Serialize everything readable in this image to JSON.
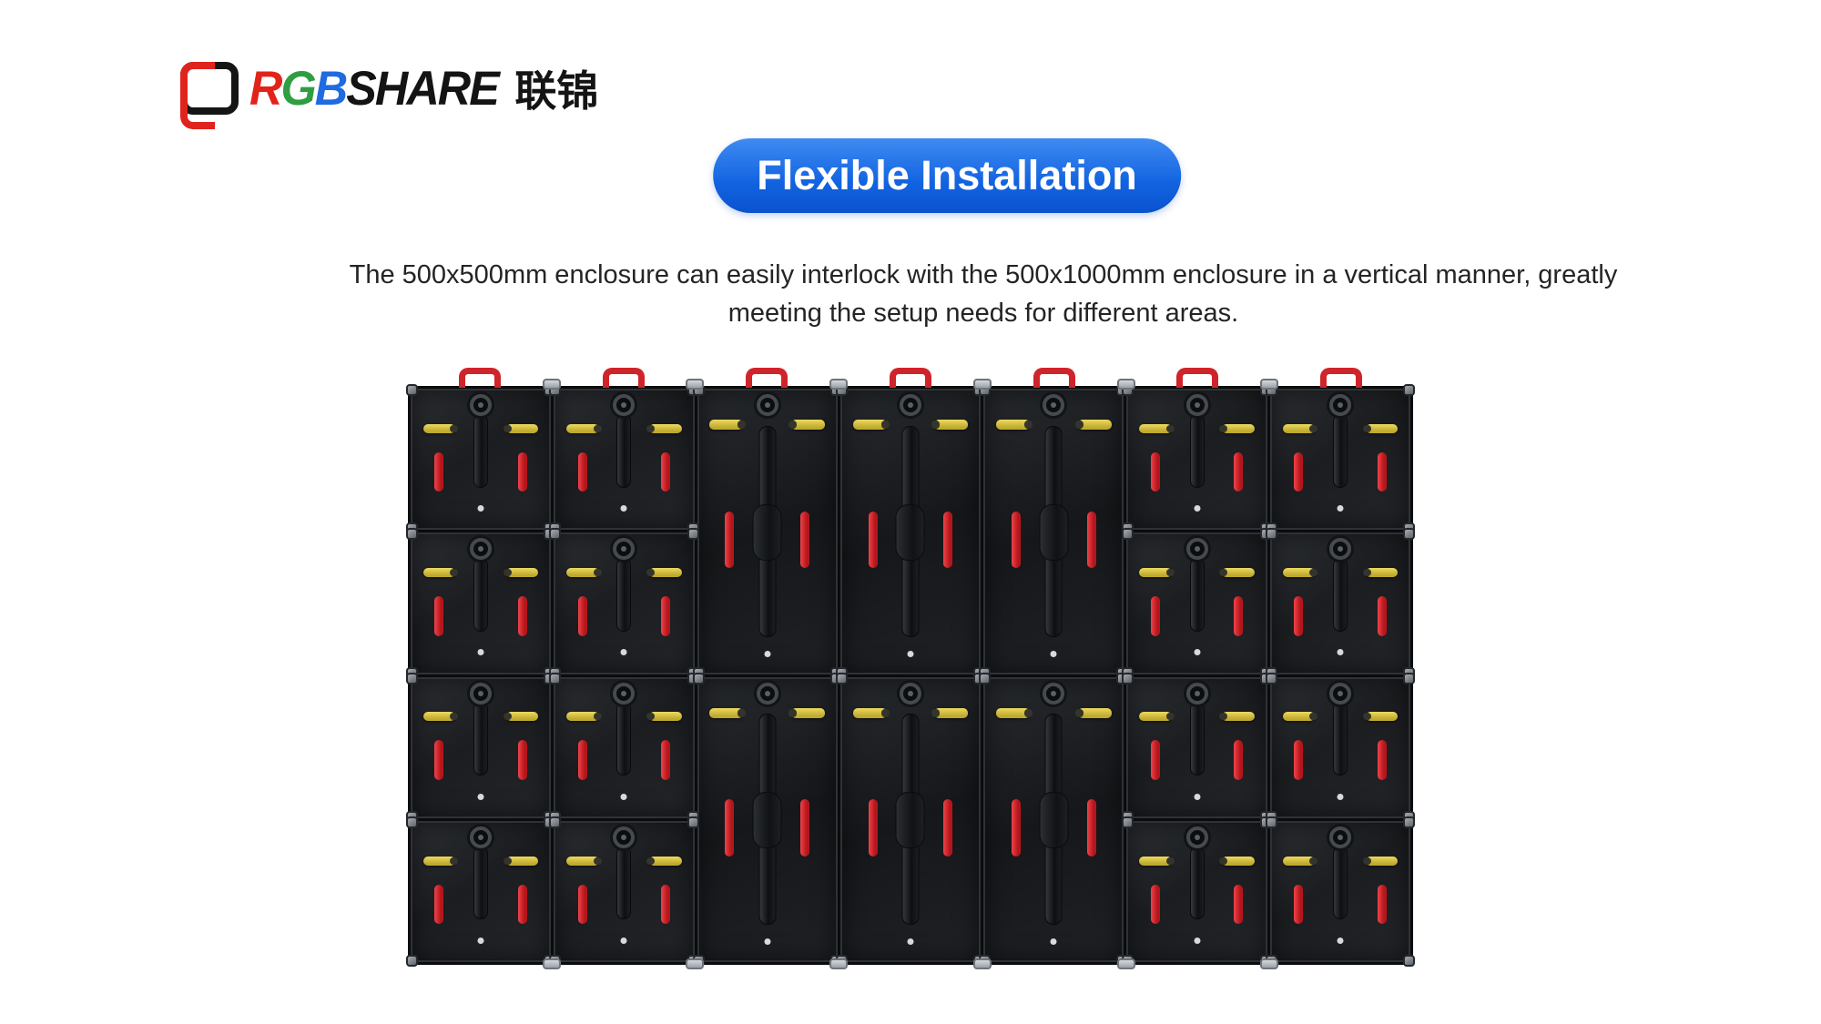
{
  "brand": {
    "letters": [
      {
        "ch": "R",
        "color": "#e2231a"
      },
      {
        "ch": "G",
        "color": "#2f9e41"
      },
      {
        "ch": "B",
        "color": "#1f6be0"
      }
    ],
    "share": "SHARE",
    "chinese": "联锦"
  },
  "heading": {
    "label": "Flexible Installation",
    "accent_blue": "#1263e0"
  },
  "description": {
    "line1": "The 500x500mm enclosure can easily interlock with the 500x1000mm enclosure in a vertical manner, greatly",
    "line2": "meeting the setup needs for different areas."
  },
  "cabinet_image": {
    "columns": [
      "small",
      "small",
      "tall",
      "tall",
      "tall",
      "small",
      "small"
    ],
    "small_rows": 4,
    "tall_rows": 2,
    "lift_handles": 7,
    "colors": {
      "handle_red": "#d0242b",
      "latch_red": "#b5161c",
      "lock_yellow": "#bfa92e",
      "body_dark": "#1c1e21"
    }
  }
}
